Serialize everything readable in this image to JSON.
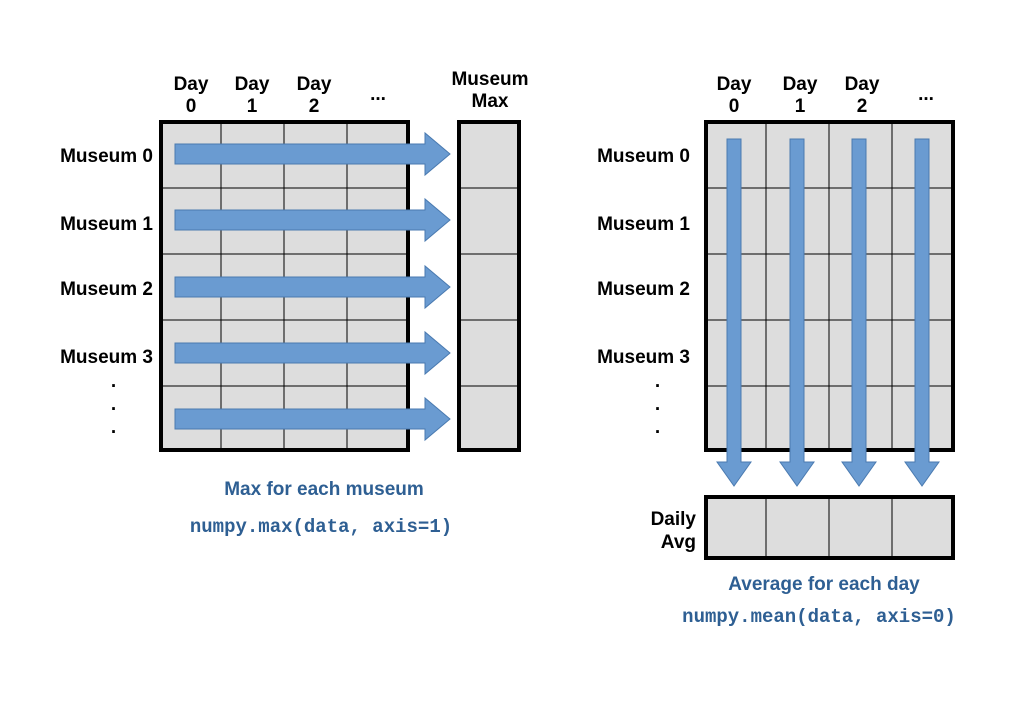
{
  "colors": {
    "cell_fill": "#dddddd",
    "grid_line": "#000000",
    "arrow_fill": "#6a9bd1",
    "arrow_stroke": "#4a7ab0",
    "caption": "#2e5f93"
  },
  "left_panel": {
    "columns": [
      {
        "line1": "Day",
        "line2": "0"
      },
      {
        "line1": "Day",
        "line2": "1"
      },
      {
        "line1": "Day",
        "line2": "2"
      }
    ],
    "columns_ellipsis": "...",
    "result_header": {
      "line1": "Museum",
      "line2": "Max"
    },
    "rows": [
      "Museum 0",
      "Museum 1",
      "Museum 2",
      "Museum 3"
    ],
    "rows_ellipsis": [
      "·",
      "·",
      "·"
    ],
    "caption": "Max for each museum",
    "code": "numpy.max(data, axis=1)"
  },
  "right_panel": {
    "columns": [
      {
        "line1": "Day",
        "line2": "0"
      },
      {
        "line1": "Day",
        "line2": "1"
      },
      {
        "line1": "Day",
        "line2": "2"
      }
    ],
    "columns_ellipsis": "...",
    "rows": [
      "Museum 0",
      "Museum 1",
      "Museum 2",
      "Museum 3"
    ],
    "rows_ellipsis": [
      "·",
      "·",
      "·"
    ],
    "result_label": {
      "line1": "Daily",
      "line2": "Avg"
    },
    "caption": "Average for each day",
    "code": "numpy.mean(data, axis=0)"
  }
}
